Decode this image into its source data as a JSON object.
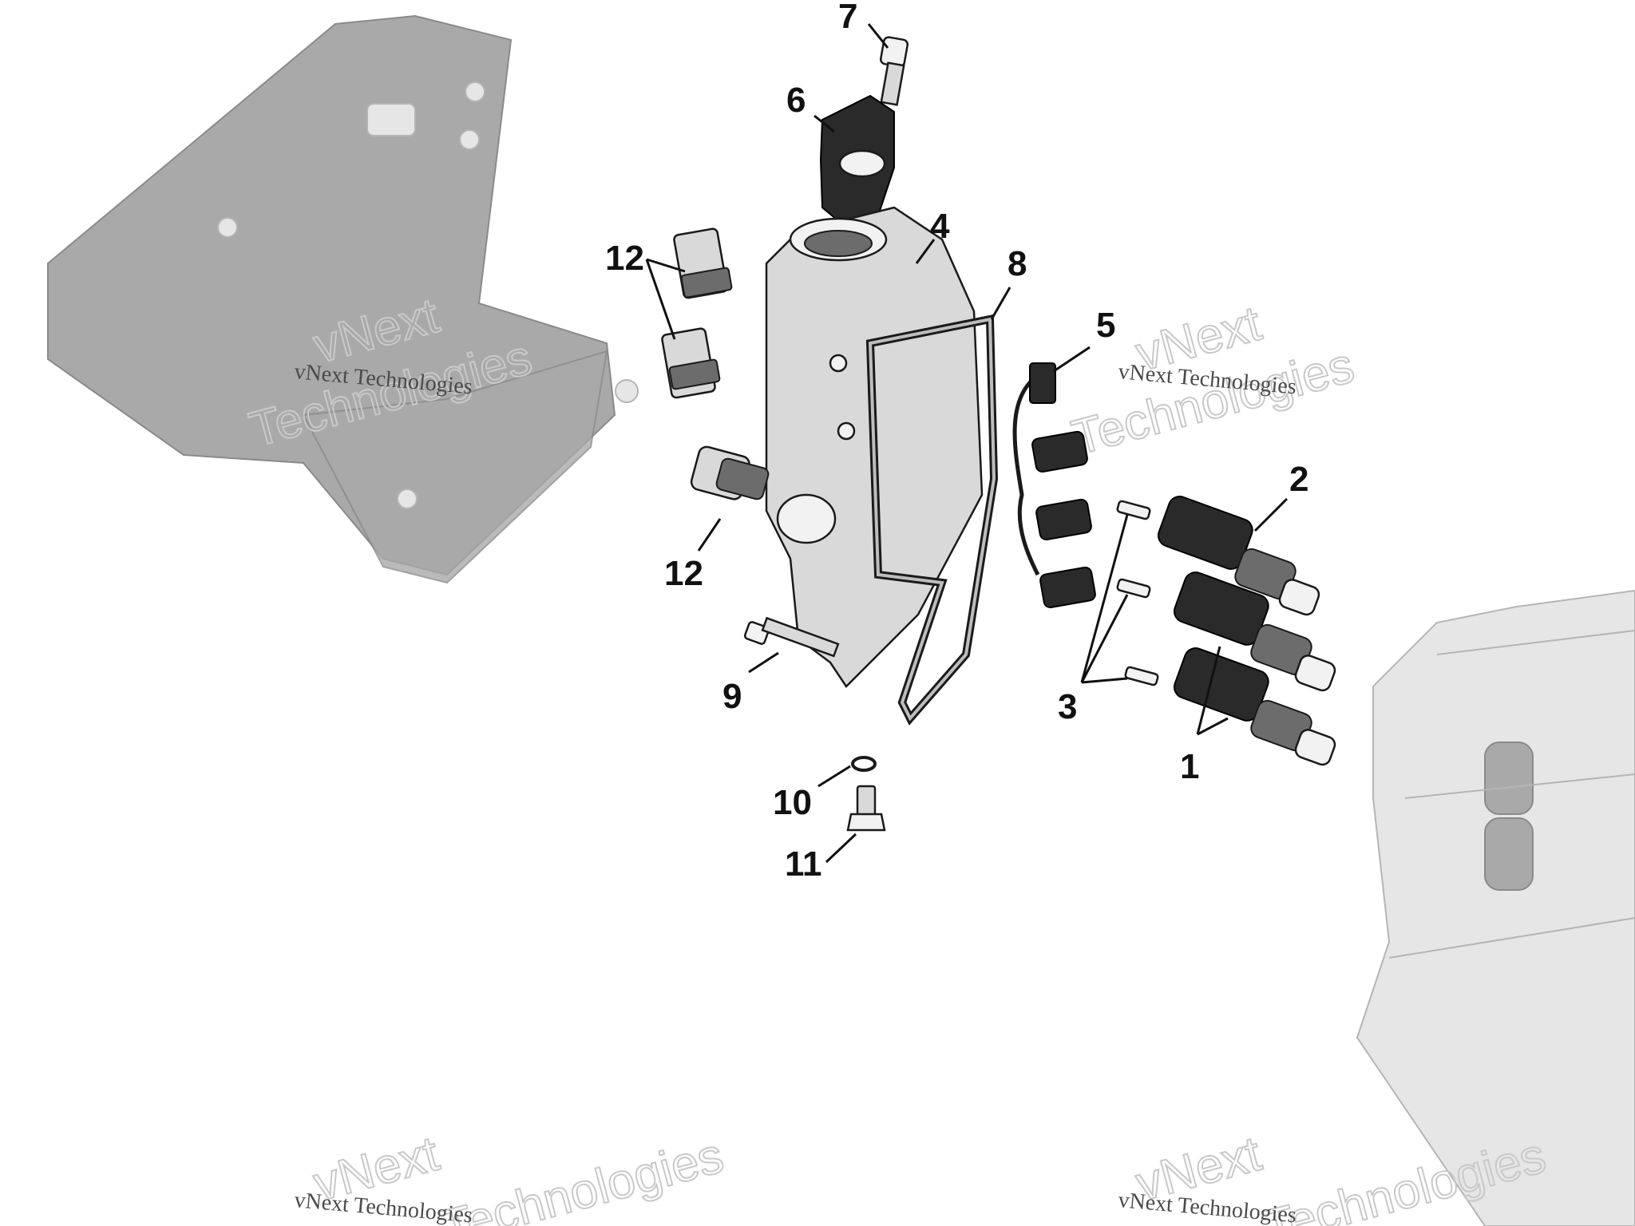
{
  "watermark": {
    "brand": "vNext",
    "brand_sub": "Technologies",
    "caption": "vNext Technologies"
  },
  "callouts": [
    {
      "id": "1",
      "text": "1"
    },
    {
      "id": "2",
      "text": "2"
    },
    {
      "id": "3",
      "text": "3"
    },
    {
      "id": "4",
      "text": "4"
    },
    {
      "id": "5",
      "text": "5"
    },
    {
      "id": "6",
      "text": "6"
    },
    {
      "id": "7",
      "text": "7"
    },
    {
      "id": "8",
      "text": "8"
    },
    {
      "id": "9",
      "text": "9"
    },
    {
      "id": "10",
      "text": "10"
    },
    {
      "id": "11",
      "text": "11"
    },
    {
      "id": "12a",
      "text": "12"
    },
    {
      "id": "12b",
      "text": "12"
    }
  ]
}
